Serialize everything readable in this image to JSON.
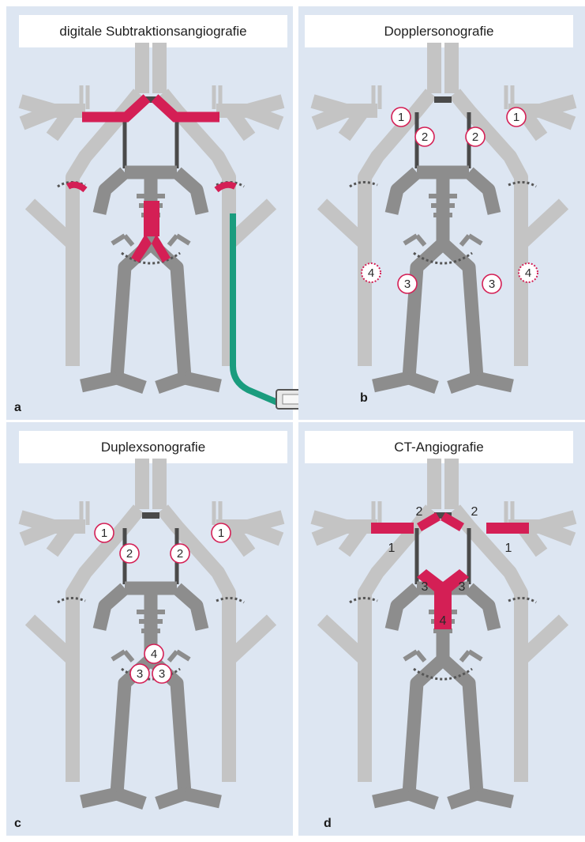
{
  "panels": {
    "a": {
      "title": "digitale Subtraktionsangiografie",
      "letter": "a"
    },
    "b": {
      "title": "Dopplersonografie",
      "letter": "b"
    },
    "c": {
      "title": "Duplexsonografie",
      "letter": "c"
    },
    "d": {
      "title": "CT-Angiografie",
      "letter": "d"
    }
  },
  "markers": {
    "b": [
      "1",
      "1",
      "2",
      "2",
      "3",
      "3",
      "4",
      "4"
    ],
    "c": [
      "1",
      "1",
      "2",
      "2",
      "4",
      "3",
      "3"
    ],
    "d": [
      "2",
      "2",
      "1",
      "1",
      "3",
      "3",
      "4"
    ]
  },
  "colors": {
    "background": "#dde6f2",
    "light_vessel": "#c4c4c4",
    "dark_vessel": "#8d8d8d",
    "darkest_vessel": "#4a4a4a",
    "highlight": "#d41f55",
    "catheter": "#1a9c7e"
  }
}
